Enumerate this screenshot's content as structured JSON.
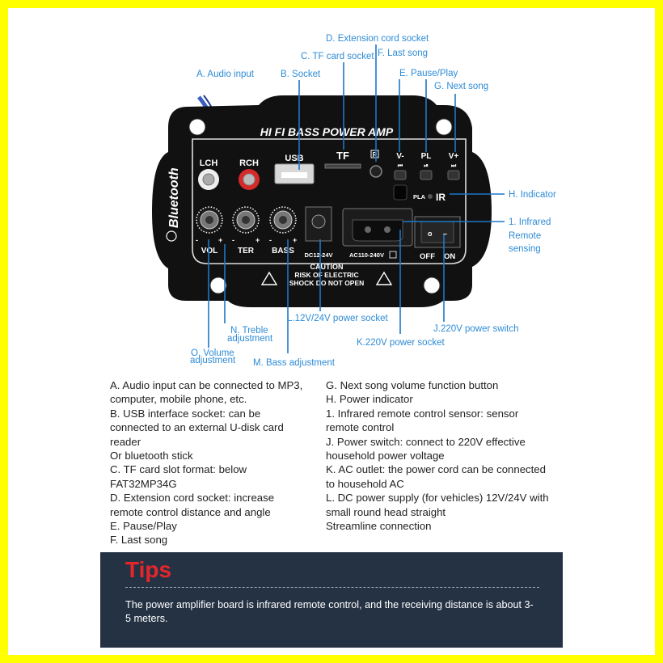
{
  "board": {
    "title": "HI FI BASS POWER AMP",
    "brand": "Bluetooth",
    "labels": {
      "lch": "LCH",
      "rch": "RCH",
      "usb": "USB",
      "tf": "TF",
      "r_mark": "R",
      "v_minus": "V-",
      "pl": "PL",
      "v_plus": "V+",
      "pla": "PLA",
      "ir": "IR",
      "vol": "VOL",
      "ter": "TER",
      "bass": "BASS",
      "dc": "DC12-24V",
      "ac": "AC110-240V",
      "off": "OFF",
      "on": "ON",
      "caution_title": "CAUTION",
      "caution_line1": "RISK OF ELECTRIC",
      "caution_line2": "SHOCK DO NOT OPEN"
    }
  },
  "callouts": {
    "a": "A. Audio input",
    "b": "B. Socket",
    "c": "C. TF card socket",
    "d": "D. Extension cord socket",
    "f": "F. Last song",
    "e": "E. Pause/Play",
    "g": "G. Next song",
    "h": "H. Indicator",
    "i1": "1. Infrared",
    "i2": "Remote",
    "i3": "sensing",
    "l": "L.12V/24V power socket",
    "j": "J.220V power switch",
    "k": "K.220V power socket",
    "n1": "N. Treble",
    "n2": "adjustment",
    "o1": "O. Volume",
    "o2": "adjustment",
    "m": "M. Bass adjustment"
  },
  "legend_left": [
    "A. Audio input can be connected to MP3,",
    "computer, mobile phone, etc.",
    "B. USB interface socket: can be",
    "connected to an external U-disk card",
    "reader",
    "Or bluetooth stick",
    "C. TF card slot format: below",
    "FAT32MP34G",
    "D. Extension cord socket: increase",
    "remote control distance and angle",
    "E. Pause/Play",
    "F. Last song"
  ],
  "legend_right": [
    "G. Next song volume function button",
    "H. Power indicator",
    "1. Infrared remote control sensor: sensor",
    "remote control",
    "J. Power switch: connect to 220V effective",
    "household power voltage",
    "K. AC outlet: the power cord can be connected",
    "to household AC",
    "L. DC power supply (for vehicles) 12V/24V with",
    "small round head straight",
    "Streamline connection"
  ],
  "tips": {
    "title": "Tips",
    "body": "The power amplifier board is infrared remote control, and the receiving distance is about 3-5 meters."
  },
  "colors": {
    "frame": "#ffff00",
    "callout_text": "#2e8bd6",
    "leader_line": "#1d77c8",
    "panel": "#111111",
    "tips_bg": "#253244",
    "tips_title": "#e5262a"
  }
}
